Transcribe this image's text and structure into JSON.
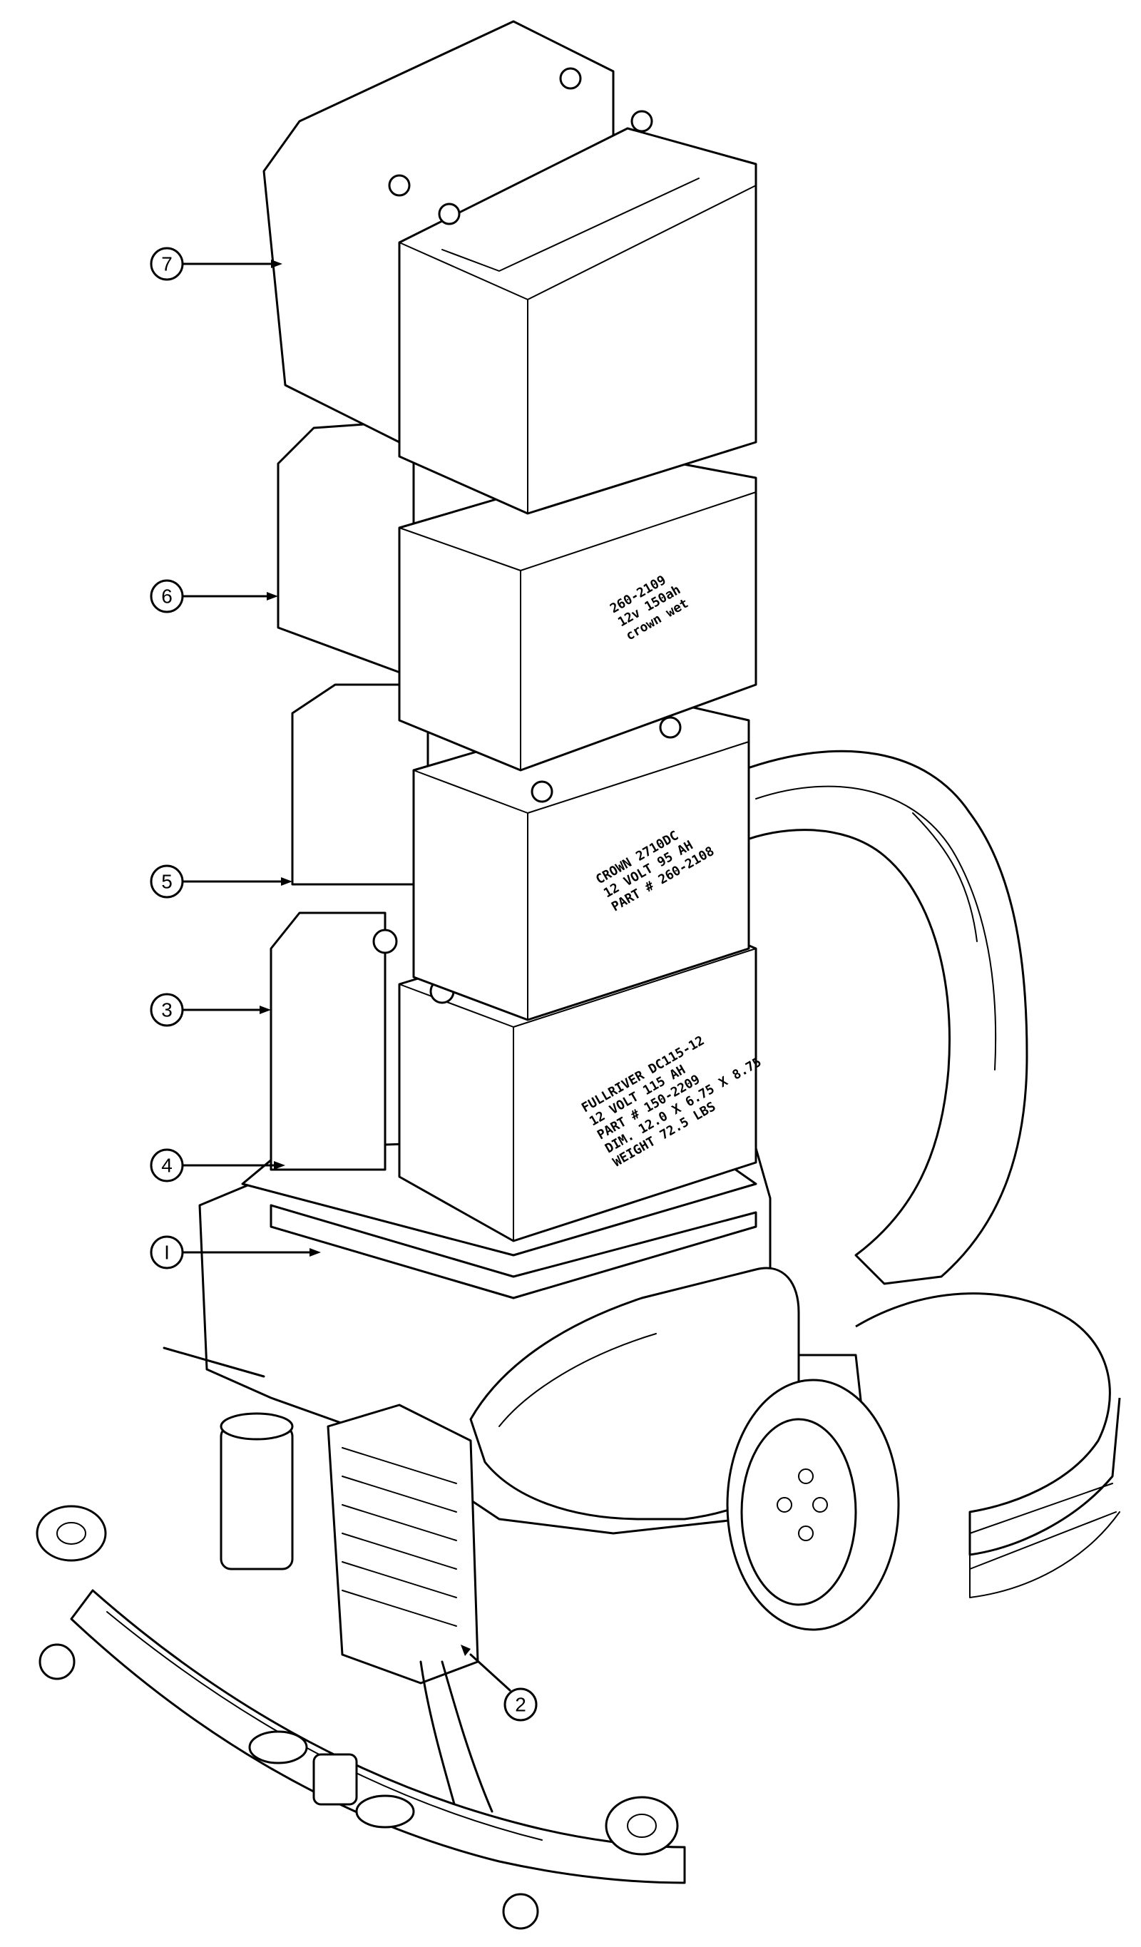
{
  "callouts": [
    {
      "id": "7",
      "label": "7"
    },
    {
      "id": "6",
      "label": "6"
    },
    {
      "id": "5",
      "label": "5"
    },
    {
      "id": "3",
      "label": "3"
    },
    {
      "id": "4",
      "label": "4"
    },
    {
      "id": "1",
      "label": "I"
    },
    {
      "id": "2",
      "label": "2"
    }
  ],
  "battery_labels": {
    "b6": [
      "260-2109",
      "12v 150ah",
      "crown wet"
    ],
    "b5": [
      "CROWN 2710DC",
      "12 VOLT 95 AH",
      "PART # 260-2108"
    ],
    "b3": [
      "FULLRIVER DC115-12",
      "12 VOLT 115 AH",
      "PART # 150-2209",
      "DIM. 12.0 X 6.75 X 8.75",
      "WEIGHT 72.5 LBS"
    ]
  }
}
